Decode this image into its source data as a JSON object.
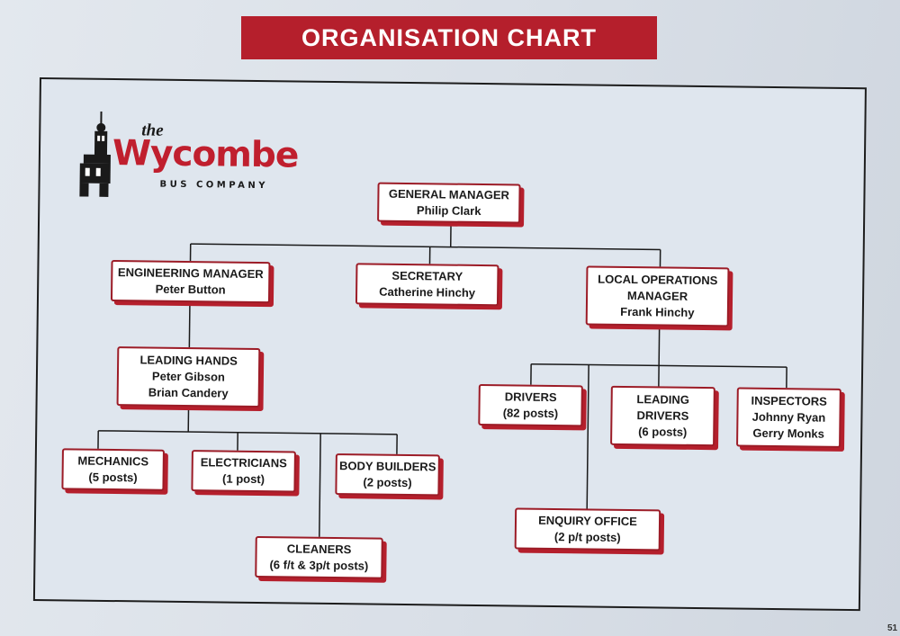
{
  "title": "ORGANISATION CHART",
  "logo": {
    "the": "the",
    "name": "Wycombe",
    "subtitle": "BUS COMPANY"
  },
  "colors": {
    "accent": "#b51f2c",
    "box_border": "#9c1c27",
    "frame": "#1d1d1d"
  },
  "roles": {
    "general_manager": {
      "title": "GENERAL MANAGER",
      "name": "Philip Clark"
    },
    "engineering_manager": {
      "title": "ENGINEERING MANAGER",
      "name": "Peter Button"
    },
    "secretary": {
      "title": "SECRETARY",
      "name": "Catherine Hinchy"
    },
    "local_operations_manager": {
      "title1": "LOCAL OPERATIONS",
      "title2": "MANAGER",
      "name": "Frank Hinchy"
    },
    "leading_hands": {
      "title": "LEADING HANDS",
      "name1": "Peter Gibson",
      "name2": "Brian Candery"
    },
    "mechanics": {
      "title": "MECHANICS",
      "posts": "(5 posts)"
    },
    "electricians": {
      "title": "ELECTRICIANS",
      "posts": "(1 post)"
    },
    "body_builders": {
      "title": "BODY BUILDERS",
      "posts": "(2 posts)"
    },
    "cleaners": {
      "title": "CLEANERS",
      "posts": "(6 f/t & 3p/t posts)"
    },
    "drivers": {
      "title": "DRIVERS",
      "posts": "(82 posts)"
    },
    "leading_drivers": {
      "title1": "LEADING",
      "title2": "DRIVERS",
      "posts": "(6 posts)"
    },
    "inspectors": {
      "title": "INSPECTORS",
      "name1": "Johnny Ryan",
      "name2": "Gerry Monks"
    },
    "enquiry_office": {
      "title": "ENQUIRY OFFICE",
      "posts": "(2 p/t posts)"
    }
  },
  "page_number": "51"
}
